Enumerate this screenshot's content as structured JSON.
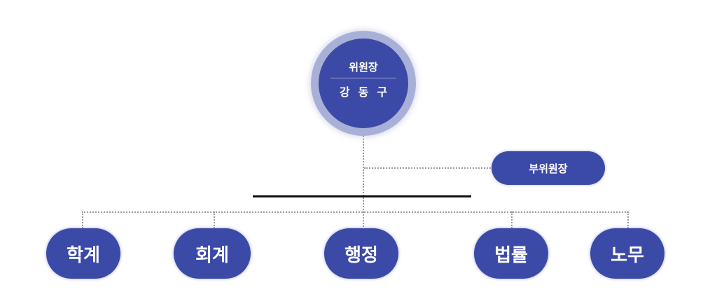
{
  "chart": {
    "chair": {
      "title": "위원장",
      "name": "강동구"
    },
    "vice_chair": {
      "label": "부위원장"
    },
    "departments": [
      {
        "label": "학계"
      },
      {
        "label": "회계"
      },
      {
        "label": "행정"
      },
      {
        "label": "법률"
      },
      {
        "label": "노무"
      }
    ]
  },
  "colors": {
    "node_fill": "#3b4aa6",
    "ring": "#a9b0d8",
    "connector": "#9a9a9a",
    "divider": "#111111"
  }
}
